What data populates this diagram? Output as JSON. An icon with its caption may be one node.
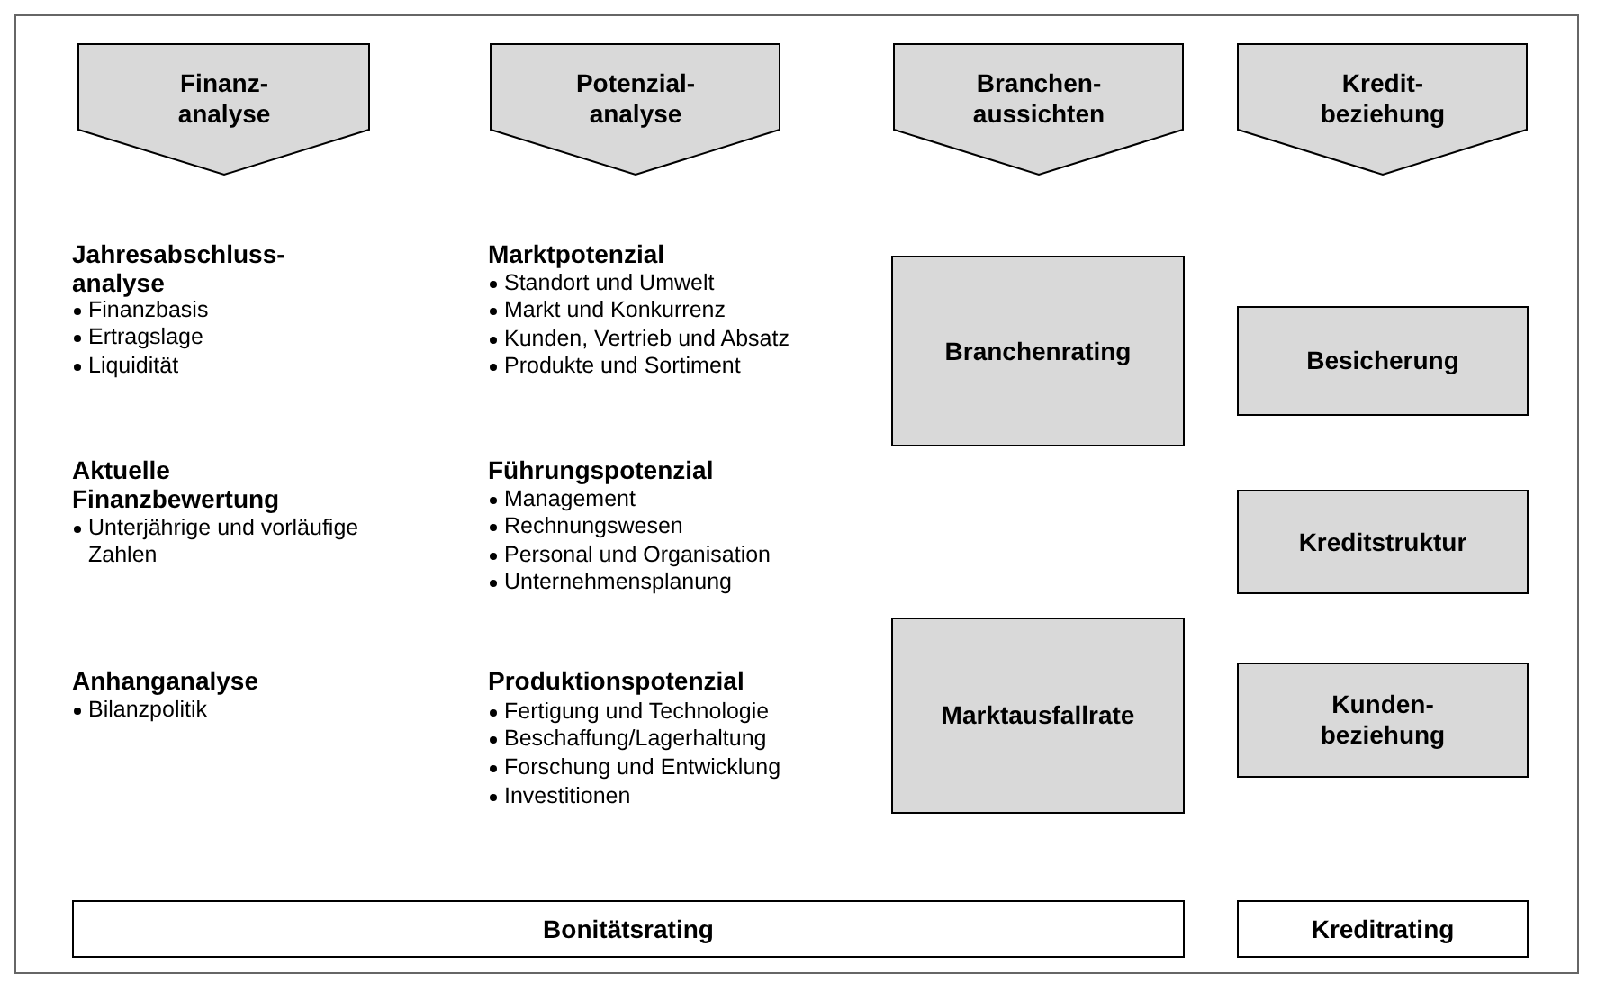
{
  "diagram": {
    "nodes": [
      {
        "text": [
          "Finanz- analyse"
        ]
      },
      {
        "text": [
          "Potenzial- analyse"
        ]
      },
      {
        "text": [
          "Branchen- aussichten"
        ]
      },
      {
        "text": [
          "Kredit- beziehung"
        ]
      },
      {
        "text": [
          "Branchenrating"
        ]
      },
      {
        "text": [
          "Besicherung"
        ]
      },
      {
        "text": [
          "Kreditstruktur"
        ]
      },
      {
        "text": [
          "Marktausfallrate"
        ]
      },
      {
        "text": [
          "Kunden- beziehung"
        ]
      },
      {
        "text": [
          "Bonitätsrating"
        ]
      },
      {
        "text": [
          "Kreditrating"
        ]
      }
    ],
    "edges": [],
    "labels": [
      "Jahresabschluss- analyse",
      "Finanzbasis",
      "Ertragslage",
      "Liquidität",
      "Aktuelle Finanzbewertung",
      "Unterjährige und vorläufige Zahlen",
      "Anhanganalyse",
      "Bilanzpolitik",
      "Marktpotenzial",
      "Standort und Umwelt",
      "Markt und Konkurrenz",
      "Kunden, Vertrieb und Absatz",
      "Produkte und Sortiment",
      "Führungspotenzial",
      "Management",
      "Rechnungswesen",
      "Personal und Organisation",
      "Unternehmensplanung",
      "Produktionspotenzial",
      "Fertigung und Technologie",
      "Beschaffung/Lagerhaltung",
      "Forschung und Entwicklung",
      "Investitionen"
    ]
  }
}
